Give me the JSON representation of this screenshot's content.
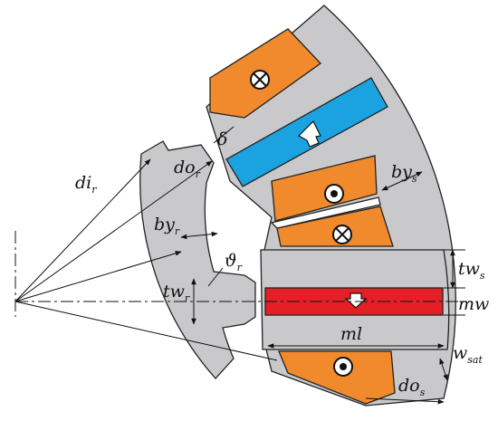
{
  "labels": {
    "di": "di",
    "di_sub": "r",
    "do_r": "do",
    "do_r_sub": "r",
    "delta": "δ",
    "by_r": "by",
    "by_r_sub": "r",
    "theta": "ϑ",
    "theta_sub": "r",
    "tw_r": "tw",
    "tw_r_sub": "r",
    "by_s": "by",
    "by_s_sub": "s",
    "tw_s": "tw",
    "tw_s_sub": "s",
    "mw": "mw",
    "ml": "ml",
    "w_sat": "w",
    "w_sat_sub": "sat",
    "do_s": "do",
    "do_s_sub": "s"
  },
  "colors": {
    "iron": "#c9c9cb",
    "winding": "#f08a2c",
    "magnet_top": "#1aa3e0",
    "magnet_mid": "#e41f26"
  },
  "icons": {
    "coil_out_top": "cross-in-circle",
    "coil_in_1": "dot-in-circle",
    "coil_out_2": "cross-in-circle",
    "coil_in_2": "dot-in-circle",
    "magnet_arrow_top": "arrow-up-outline",
    "magnet_arrow_mid": "arrow-down-outline"
  }
}
